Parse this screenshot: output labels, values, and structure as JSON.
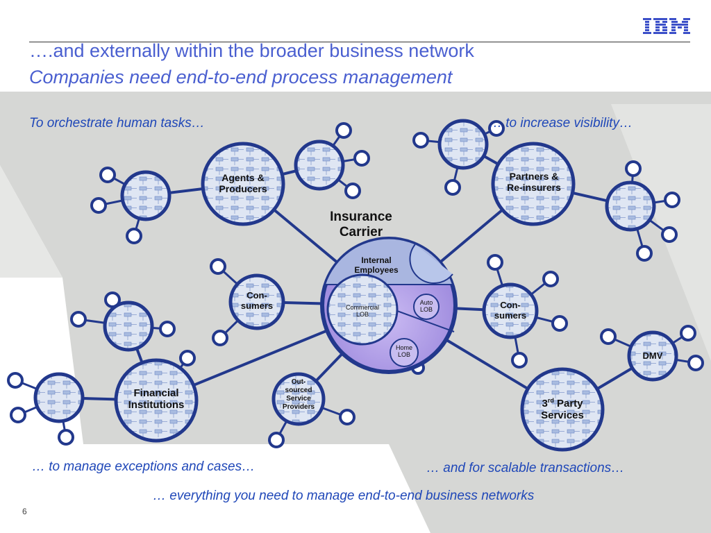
{
  "title": {
    "line1": "….and externally within the broader business network",
    "line2": "Companies need end-to-end process management"
  },
  "logo": {
    "text": "IBM",
    "icon": "ibm-logo-icon"
  },
  "captions": {
    "top_left": "To orchestrate human tasks…",
    "top_right": "… to increase visibility…",
    "bottom_left": "… to manage exceptions and cases…",
    "bottom_right": "… and for scalable transactions…",
    "bottom_center": "… everything you need to manage end-to-end business networks"
  },
  "center": {
    "title_line1": "Insurance",
    "title_line2": "Carrier",
    "internal_line1": "Internal",
    "internal_line2": "Employees",
    "commercial_line1": "Commercial",
    "commercial_line2": "LOB",
    "auto_line1": "Auto",
    "auto_line2": "LOB",
    "home_line1": "Home",
    "home_line2": "LOB"
  },
  "nodes": {
    "agents_line1": "Agents &",
    "agents_line2": "Producers",
    "partners_line1": "Partners &",
    "partners_line2": "Re-insurers",
    "consumers_left_line1": "Con-",
    "consumers_left_line2": "sumers",
    "consumers_right_line1": "Con-",
    "consumers_right_line2": "sumers",
    "financial_line1": "Financial",
    "financial_line2": "Institutions",
    "outsourced_line1": "Out-",
    "outsourced_line2": "sourced",
    "outsourced_line3": "Service",
    "outsourced_line4": "Providers",
    "third_party_line1_num": "3",
    "third_party_line1_sup": "rd",
    "third_party_line1_rest": " Party",
    "third_party_line2": "Services",
    "dmv": "DMV"
  },
  "page_number": "6",
  "colors": {
    "title": "#4a5fd0",
    "caption": "#1f47b8",
    "node_ring": "#1e3a8a",
    "node_fill": "#dfe6f3",
    "center_purple": "#b09ee6",
    "background_band": "#d4d5d3"
  }
}
